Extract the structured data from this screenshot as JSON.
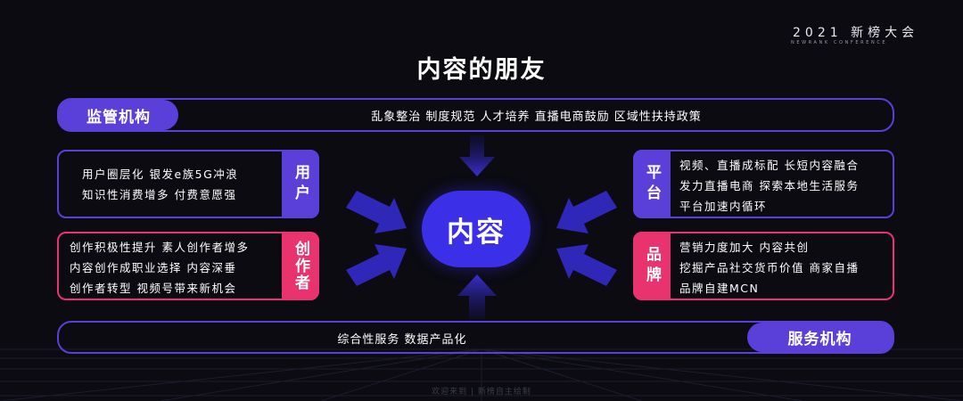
{
  "brand": {
    "title": "2021 新榜大会",
    "subtitle": "NEWRANK CONFERENCE"
  },
  "title": "内容的朋友",
  "regulator": {
    "label": "监管机构",
    "text": "乱象整治   制度规范   人才培养   直播电商鼓励   区域性扶持政策"
  },
  "users": {
    "label": "用户",
    "lines": [
      "用户圈层化   银发e族5G冲浪",
      "知识性消费增多   付费意愿强"
    ]
  },
  "creators": {
    "label": "创作者",
    "lines": [
      "创作积极性提升   素人创作者增多",
      "内容创作成职业选择   内容深垂",
      "创作者转型   视频号带来新机会"
    ]
  },
  "platform": {
    "label": "平台",
    "lines": [
      "视频、直播成标配   长短内容融合",
      "发力直播电商   探索本地生活服务",
      "平台加速内循环"
    ]
  },
  "brands": {
    "label": "品牌",
    "lines": [
      "营销力度加大   内容共创",
      "挖掘产品社交货币价值   商家自播",
      "品牌自建MCN"
    ]
  },
  "services": {
    "label": "服务机构",
    "text": "综合性服务   数据产品化"
  },
  "core": "内容",
  "footer": "欢迎来到 | 新榜自主绘制",
  "colors": {
    "blue": "#5a3fd9",
    "pink": "#e8336f",
    "core": "#3b2fe8",
    "arrow": "#2f27b8"
  }
}
